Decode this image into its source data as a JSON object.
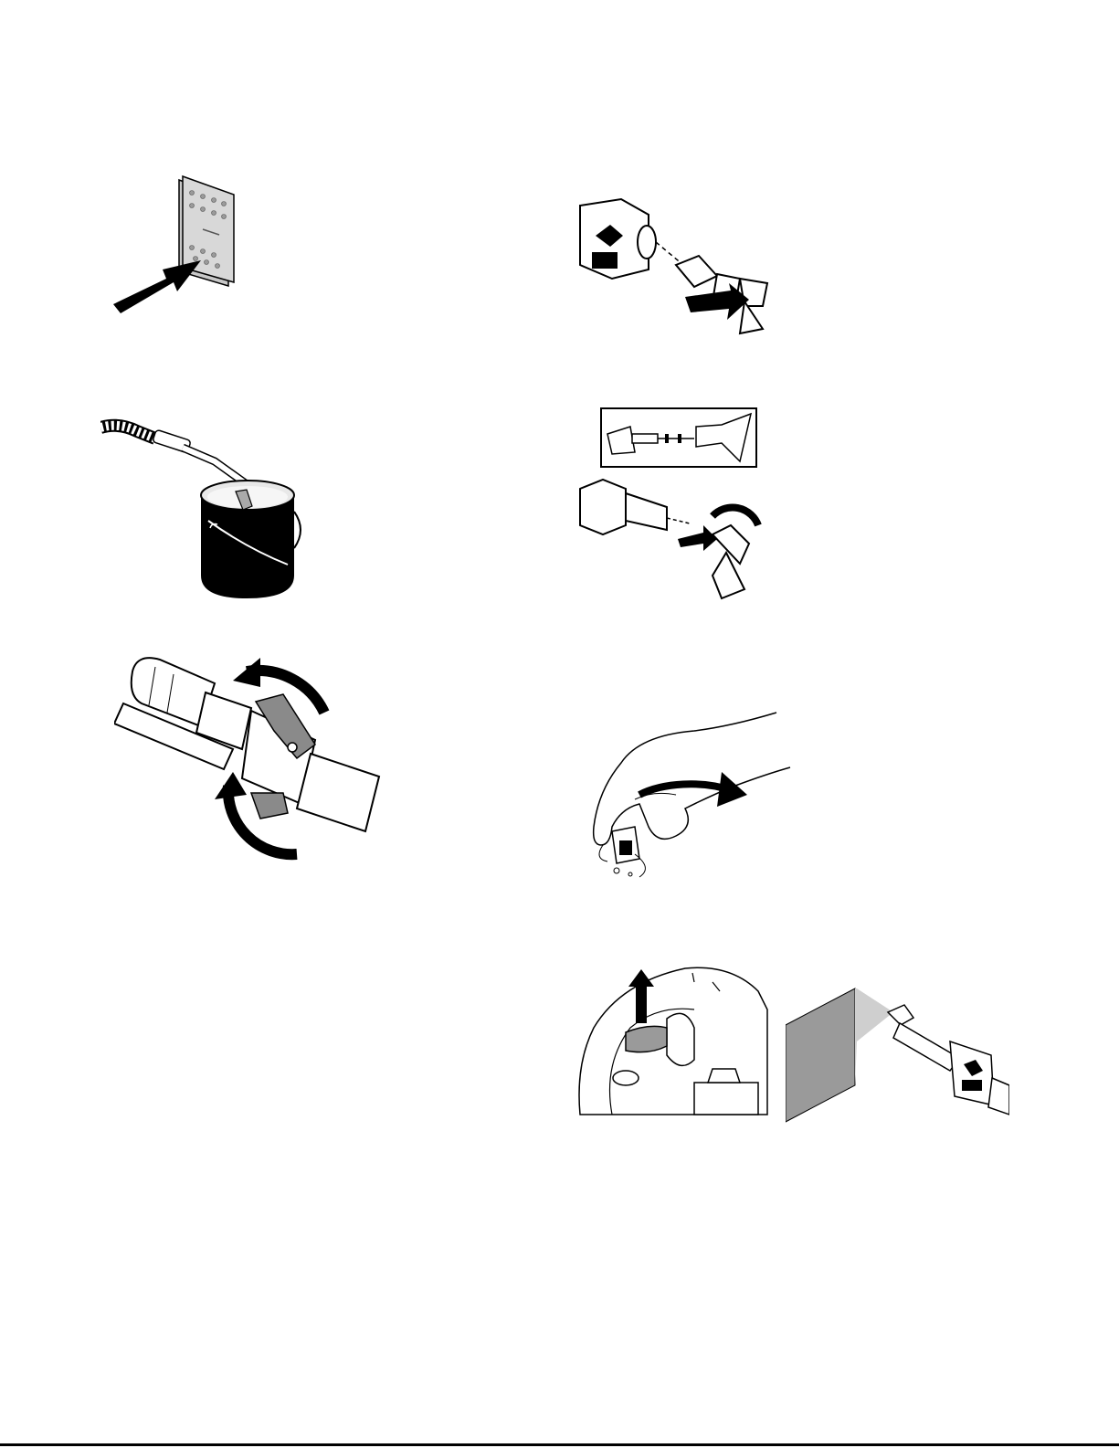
{
  "figures": [
    {
      "id": "pedal",
      "icon": "pressure-pedal-press-icon"
    },
    {
      "id": "bucket",
      "icon": "spray-gun-into-bucket-icon"
    },
    {
      "id": "wrench",
      "icon": "wrench-tighten-fitting-icon"
    },
    {
      "id": "gun-guard",
      "icon": "attach-tip-guard-icon"
    },
    {
      "id": "tip-inset",
      "icon": "insert-spray-tip-icon"
    },
    {
      "id": "hand",
      "icon": "turn-knob-hand-icon"
    },
    {
      "id": "valve",
      "icon": "prime-valve-up-icon"
    },
    {
      "id": "spray",
      "icon": "spray-test-pattern-icon"
    }
  ],
  "colors": {
    "ink": "#000000",
    "gray_fill": "#9a9a9a",
    "light_gray": "#d0d0d0",
    "paper": "#ffffff"
  }
}
